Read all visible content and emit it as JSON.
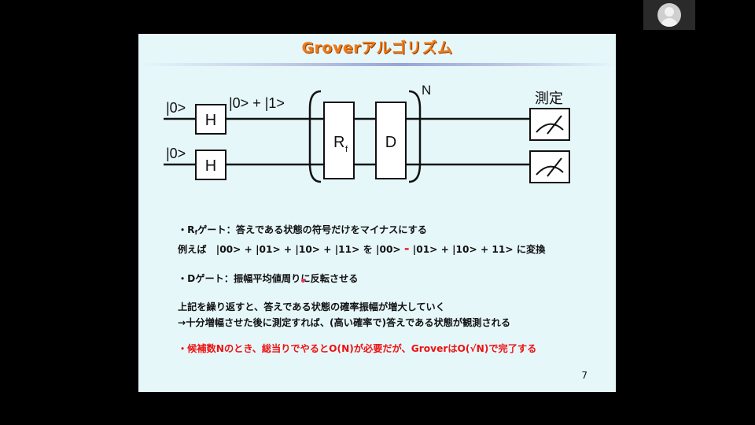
{
  "slide": {
    "title": "Groverアルゴリズム",
    "page_number": "7"
  },
  "circuit": {
    "input_top": "|0>",
    "input_bottom": "|0>",
    "gate_h": "H",
    "superposition": "|0> + |1>",
    "gate_rf": "R",
    "gate_rf_sub": "f",
    "gate_d": "D",
    "repeat": "N",
    "measure_label": "測定"
  },
  "text": {
    "l1_a": "・R",
    "l1_sub": "f",
    "l1_b": "ゲート：答えである状態の符号だけをマイナスにする",
    "l2_a": "例えば　|00> + |01> + |10> + |11> を |00> ",
    "l2_minus": "-",
    "l2_b": " |01> + |10> + 11> に変換",
    "l3": "・Dゲート：振幅平均値周りに反転させる",
    "l4": "上記を繰り返すと、答えである状態の確率振幅が増大していく",
    "l5": "→十分増幅させた後に測定すれば、(高い確率で)答えである状態が観測される",
    "l6": "・候補数Nのとき、総当りでやるとO(N)が必要だが、GroverはO(√N)で完了する"
  }
}
